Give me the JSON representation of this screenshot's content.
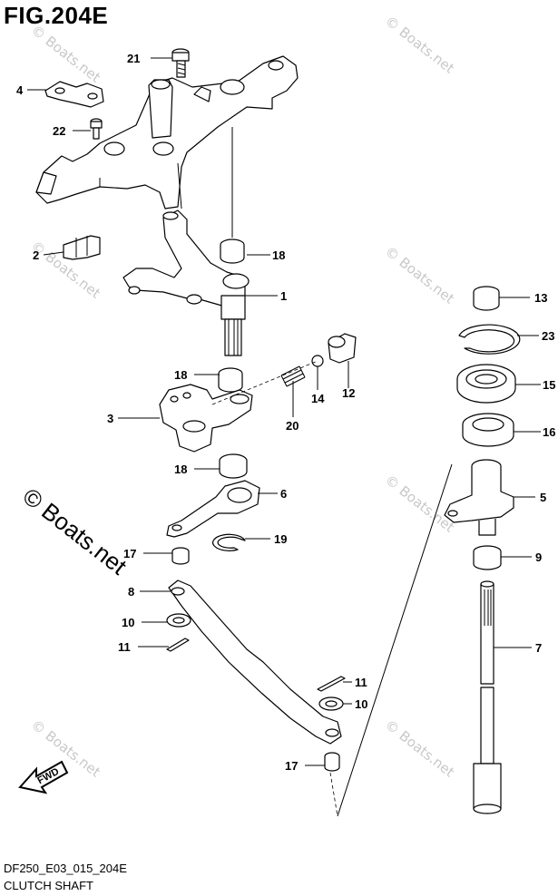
{
  "figure": {
    "title": "FIG.204E",
    "code": "DF250_E03_015_204E",
    "name": "CLUTCH SHAFT"
  },
  "fwd_label": "FWD",
  "watermark": {
    "small": "© Boats.net",
    "large": "© Boats.net"
  },
  "callouts": [
    {
      "id": "c21",
      "label": "21"
    },
    {
      "id": "c4",
      "label": "4"
    },
    {
      "id": "c22",
      "label": "22"
    },
    {
      "id": "c2",
      "label": "2"
    },
    {
      "id": "c18a",
      "label": "18"
    },
    {
      "id": "c1",
      "label": "1"
    },
    {
      "id": "c18b",
      "label": "18"
    },
    {
      "id": "c3",
      "label": "3"
    },
    {
      "id": "c20",
      "label": "20"
    },
    {
      "id": "c14",
      "label": "14"
    },
    {
      "id": "c12",
      "label": "12"
    },
    {
      "id": "c18c",
      "label": "18"
    },
    {
      "id": "c6",
      "label": "6"
    },
    {
      "id": "c17a",
      "label": "17"
    },
    {
      "id": "c19",
      "label": "19"
    },
    {
      "id": "c8",
      "label": "8"
    },
    {
      "id": "c10a",
      "label": "10"
    },
    {
      "id": "c11a",
      "label": "11"
    },
    {
      "id": "c11b",
      "label": "11"
    },
    {
      "id": "c10b",
      "label": "10"
    },
    {
      "id": "c17b",
      "label": "17"
    },
    {
      "id": "c13",
      "label": "13"
    },
    {
      "id": "c23",
      "label": "23"
    },
    {
      "id": "c15",
      "label": "15"
    },
    {
      "id": "c16",
      "label": "16"
    },
    {
      "id": "c5",
      "label": "5"
    },
    {
      "id": "c9",
      "label": "9"
    },
    {
      "id": "c7",
      "label": "7"
    }
  ]
}
